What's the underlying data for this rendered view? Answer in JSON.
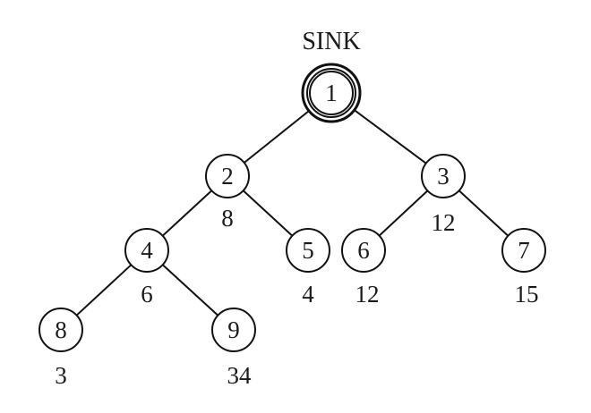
{
  "sink_label": "SINK",
  "colors": {
    "sink_fill": "#6f8fc4",
    "node_fill": "#ffffff",
    "stroke": "#111111"
  },
  "nodes": [
    {
      "id": "1",
      "label": "1",
      "value": "",
      "sink": true
    },
    {
      "id": "2",
      "label": "2",
      "value": "8"
    },
    {
      "id": "3",
      "label": "3",
      "value": "12"
    },
    {
      "id": "4",
      "label": "4",
      "value": "6"
    },
    {
      "id": "5",
      "label": "5",
      "value": "4"
    },
    {
      "id": "6",
      "label": "6",
      "value": "12"
    },
    {
      "id": "7",
      "label": "7",
      "value": "15"
    },
    {
      "id": "8",
      "label": "8",
      "value": "3"
    },
    {
      "id": "9",
      "label": "9",
      "value": "34"
    }
  ],
  "edges": [
    {
      "from": "1",
      "to": "2"
    },
    {
      "from": "1",
      "to": "3"
    },
    {
      "from": "2",
      "to": "4"
    },
    {
      "from": "2",
      "to": "5"
    },
    {
      "from": "3",
      "to": "6"
    },
    {
      "from": "3",
      "to": "7"
    },
    {
      "from": "4",
      "to": "8"
    },
    {
      "from": "4",
      "to": "9"
    }
  ]
}
